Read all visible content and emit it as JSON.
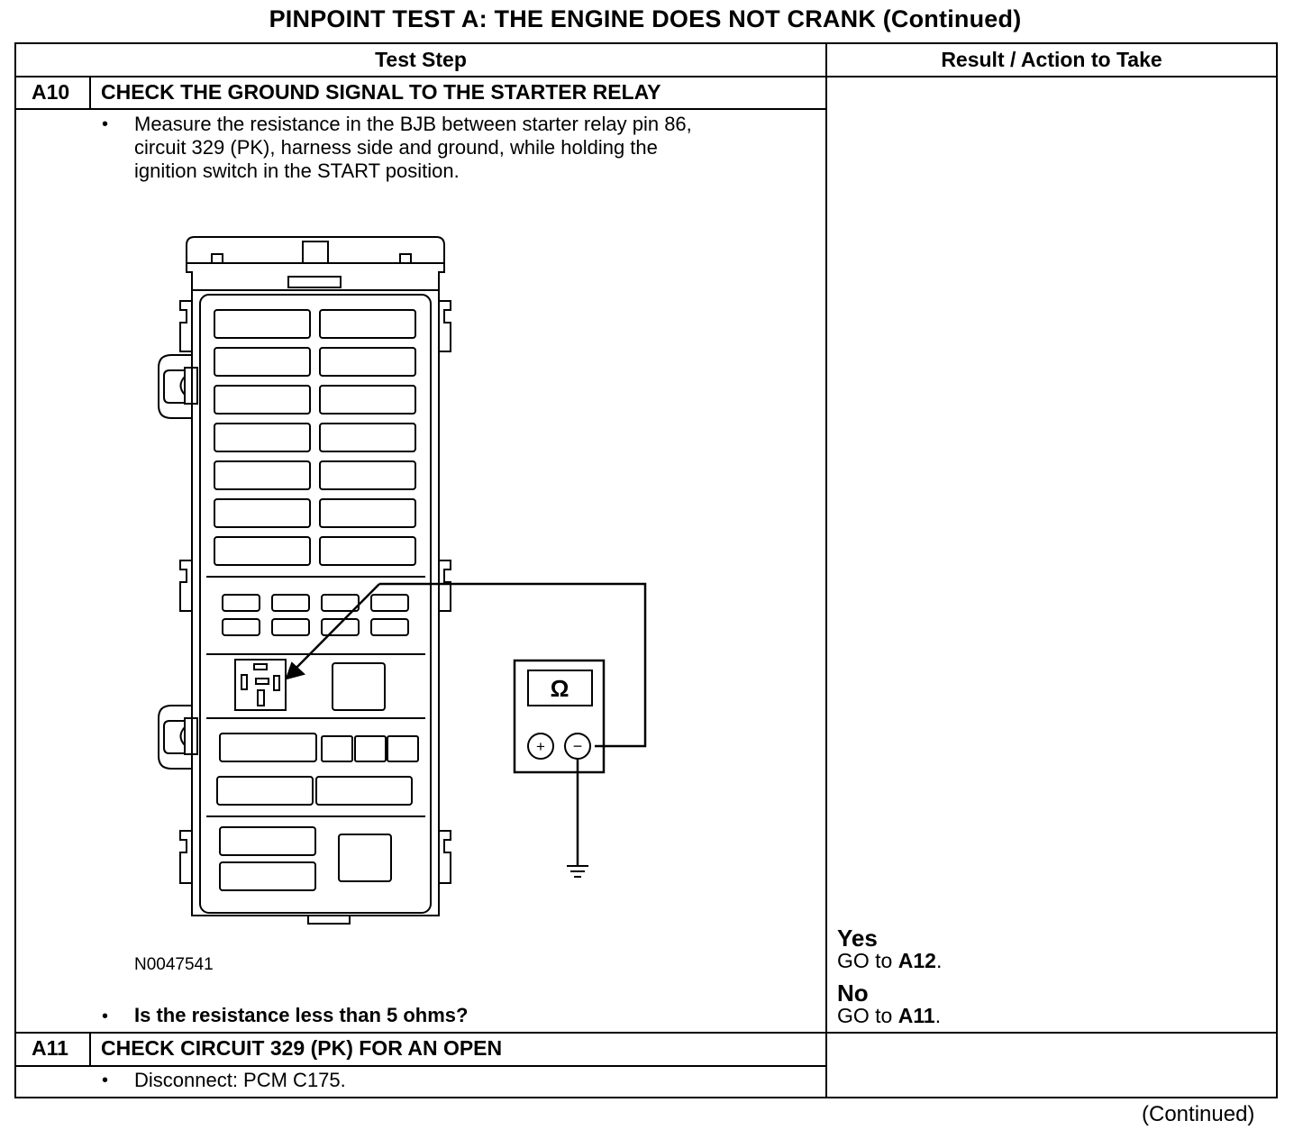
{
  "title": "PINPOINT TEST  A: THE ENGINE DOES NOT CRANK (Continued)",
  "table": {
    "headers": {
      "test_step": "Test Step",
      "result": "Result / Action to Take"
    },
    "a10": {
      "id": "A10",
      "heading": "CHECK THE GROUND SIGNAL TO THE STARTER RELAY",
      "bullet": "•",
      "instruction_lines": [
        "Measure the resistance in the BJB between starter relay pin 86,",
        "circuit 329 (PK), harness side and ground, while holding the",
        "ignition switch in the START position."
      ],
      "figure_id": "N0047541",
      "question": "Is the resistance less than 5 ohms?",
      "results": {
        "yes_label": "Yes",
        "yes_go": "GO to ",
        "yes_target": "A12",
        "no_label": "No",
        "no_go": "GO to ",
        "no_target": "A11",
        "period": "."
      }
    },
    "a11": {
      "id": "A11",
      "heading": "CHECK CIRCUIT 329 (PK) FOR AN OPEN",
      "bullet": "•",
      "instruction": "Disconnect: PCM C175."
    }
  },
  "meter": {
    "symbol": "Ω",
    "plus": "+",
    "minus": "−"
  },
  "footer": "(Continued)"
}
